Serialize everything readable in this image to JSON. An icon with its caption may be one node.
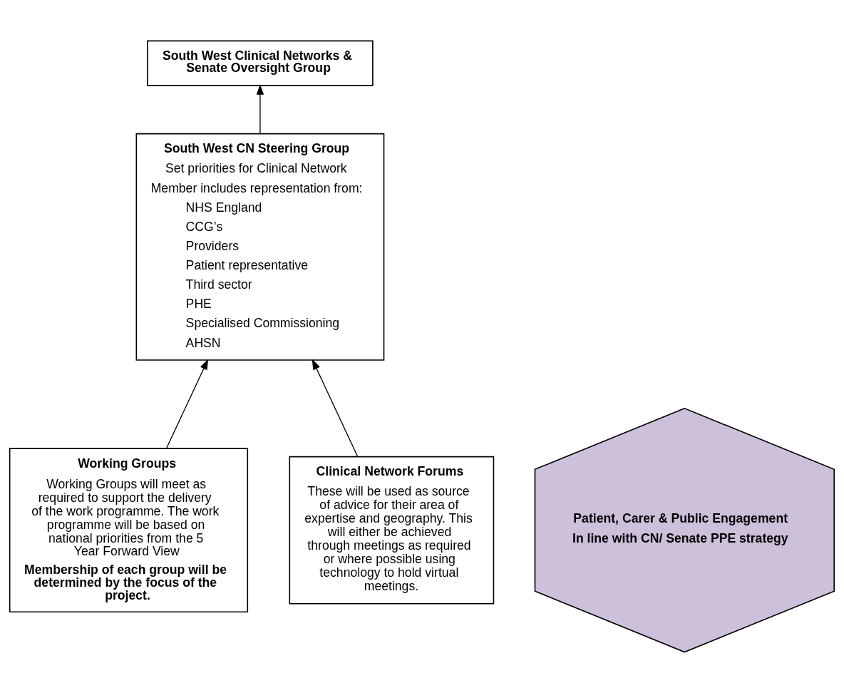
{
  "diagram": {
    "nodes": [
      {
        "text": [
          "South West Clinical Networks & Senate Oversight Group"
        ]
      },
      {
        "text": [
          "South West CN Steering Group",
          "Set priorities for Clinical Network",
          "Member includes representation from:",
          "NHS England",
          "CCG’s",
          "Providers",
          "Patient representative",
          "Third sector",
          "PHE",
          "Specialised Commissioning",
          "AHSN"
        ]
      },
      {
        "text": [
          "Working Groups",
          "Working Groups will meet as required to support the delivery of the work programme. The work programme will be based on national priorities from the 5 Year Forward View",
          "Membership of each group will be determined by the focus of the project."
        ]
      },
      {
        "text": [
          "Clinical Network Forums",
          "These will be used as source of advice for their area of expertise and geography. This will either be achieved through meetings as required or where possible using technology to hold virtual meetings."
        ]
      },
      {
        "text": [
          "Patient, Carer & Public Engagement",
          "In line with CN/ Senate PPE strategy"
        ]
      }
    ],
    "edges": [
      {
        "from": 1,
        "to": 0,
        "arrow": "to"
      },
      {
        "from": 2,
        "to": 1,
        "arrow": "to"
      },
      {
        "from": 3,
        "to": 1,
        "arrow": "to"
      }
    ]
  }
}
